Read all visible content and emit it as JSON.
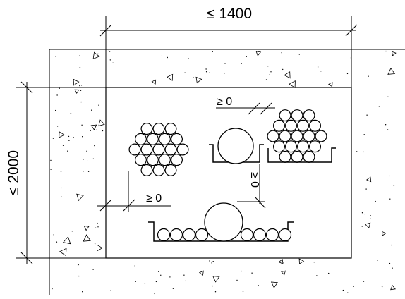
{
  "dimensions": {
    "width_label": "≤ 1400",
    "height_label": "≤ 2000",
    "bottom_left_gap_label": "≥ 0",
    "top_gap_label": "≥ 0",
    "vertical_gap_label": "≥ 0"
  },
  "elements": {
    "bundles": [
      {
        "name": "hex-bundle-left",
        "pipes": 19
      },
      {
        "name": "hex-bundle-right",
        "pipes": 19
      }
    ],
    "trays": [
      {
        "name": "tray-upper",
        "large_pipes": 1
      },
      {
        "name": "tray-bottom",
        "large_pipes": 1,
        "small_pipes": 8
      }
    ]
  },
  "colors": {
    "line": "#000000",
    "background": "#ffffff"
  }
}
